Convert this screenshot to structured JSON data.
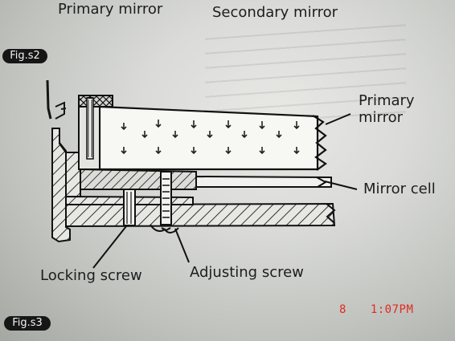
{
  "header": {
    "primary_mirror": "Primary mirror",
    "secondary_mirror": "Secondary mirror"
  },
  "figures": {
    "s2": "Fig.s2",
    "s3": "Fig.s3"
  },
  "labels": {
    "primary_mirror_line1": "Primary",
    "primary_mirror_line2": "mirror",
    "mirror_cell": "Mirror cell",
    "locking_screw": "Locking screw",
    "adjusting_screw": "Adjusting screw"
  },
  "timestamp": {
    "day": "8",
    "time": "1:07PM"
  }
}
